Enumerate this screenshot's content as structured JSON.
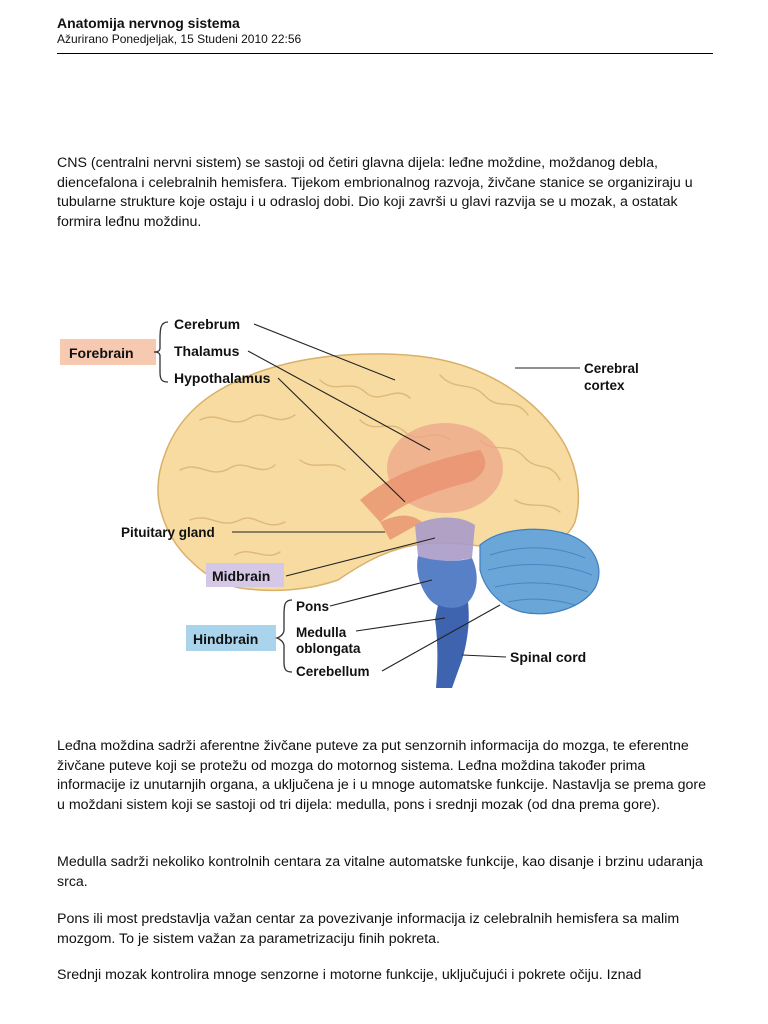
{
  "header": {
    "title": "Anatomija nervnog sistema",
    "subtitle": "Ažurirano Ponedjeljak, 15 Studeni 2010 22:56"
  },
  "intro": "CNS (centralni nervni sistem) se sastoji od četiri glavna dijela: leđne moždine, moždanog debla, diencefalona i celebralnih hemisfera. Tijekom embrionalnog razvoja, živčane stanice se organiziraju u tubularne strukture koje ostaju i u odrasloj dobi. Dio koji završi u glavi razvija se u mozak, a ostatak formira leđnu moždinu.",
  "figure": {
    "labels": {
      "forebrain": "Forebrain",
      "cerebrum": "Cerebrum",
      "thalamus": "Thalamus",
      "hypothalamus": "Hypothalamus",
      "cerebral_cortex_1": "Cerebral",
      "cerebral_cortex_2": "cortex",
      "pituitary": "Pituitary gland",
      "midbrain": "Midbrain",
      "hindbrain": "Hindbrain",
      "pons": "Pons",
      "medulla_1": "Medulla",
      "medulla_2": "oblongata",
      "cerebellum": "Cerebellum",
      "spinal_cord": "Spinal cord"
    },
    "colors": {
      "forebrain_box": "#f6c9b0",
      "midbrain_box": "#d4c8e6",
      "hindbrain_box": "#a9d4ec",
      "cerebrum": "#f7dba0",
      "cerebellum": "#6aa6d8",
      "brainstem": "#4f79c4"
    }
  },
  "paragraphs": [
    "Leđna moždina sadrži aferentne živčane puteve za put senzornih informacija do mozga, te eferentne živčane puteve koji se protežu od mozga do motornog sistema. Leđna moždina također prima informacije iz unutarnjih organa, a uključena je i u mnoge automatske funkcije. Nastavlja se prema gore u moždani sistem koji se sastoji od tri dijela: medulla, pons i srednji mozak (od dna prema gore).",
    "Medulla sadrži nekoliko kontrolnih centara za vitalne automatske funkcije, kao disanje i brzinu udaranja srca.",
    "Pons ili most predstavlja važan centar za povezivanje informacija iz celebralnih hemisfera sa malim mozgom. To je sistem važan za parametrizaciju finih pokreta.",
    "Srednji mozak kontrolira mnoge senzorne i motorne funkcije, uključujući i pokrete očiju. Iznad"
  ]
}
